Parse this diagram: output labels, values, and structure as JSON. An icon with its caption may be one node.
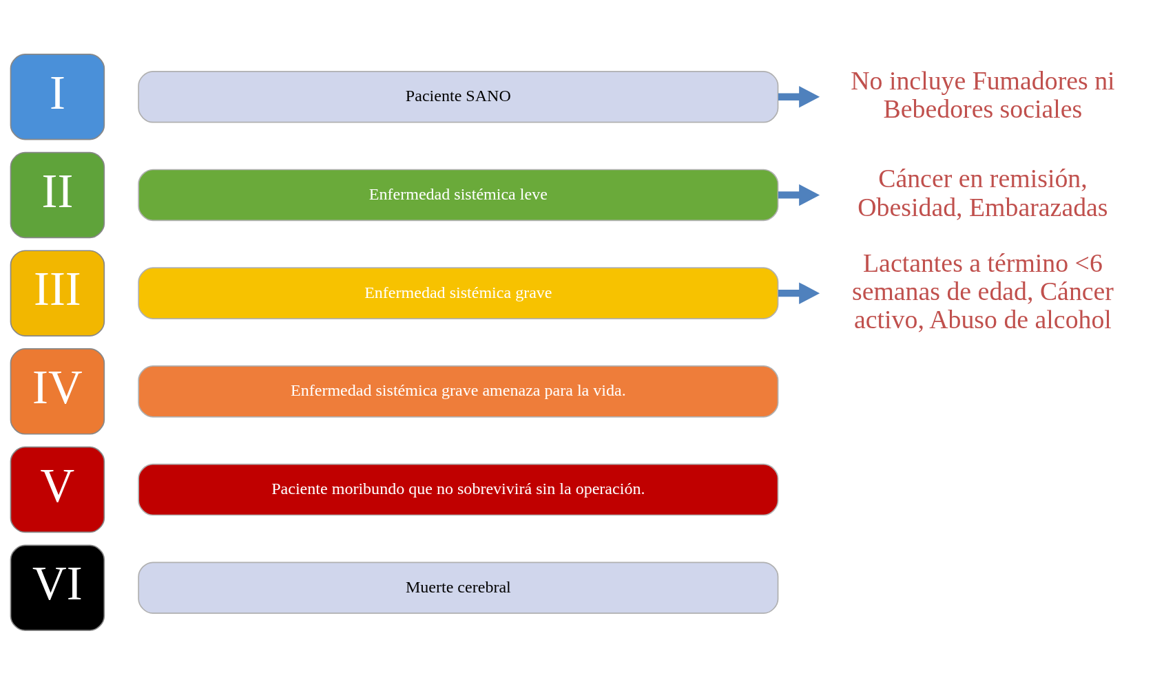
{
  "diagram": {
    "nodes": [
      {
        "text": [
          "I"
        ]
      },
      {
        "text": [
          "Paciente SANO"
        ]
      },
      {
        "text": [
          "No incluye Fumadores ni Bebedores sociales"
        ]
      },
      {
        "text": [
          "II"
        ]
      },
      {
        "text": [
          "Enfermedad sistémica leve"
        ]
      },
      {
        "text": [
          "Cáncer en remisión, Obesidad, Embarazadas"
        ]
      },
      {
        "text": [
          "III"
        ]
      },
      {
        "text": [
          "Enfermedad sistémica grave"
        ]
      },
      {
        "text": [
          "Lactantes a término <6 semanas de edad, Cáncer activo, Abuso de alcohol"
        ]
      },
      {
        "text": [
          "IV"
        ]
      },
      {
        "text": [
          "Enfermedad sistémica grave amenaza para la vida."
        ]
      },
      {
        "text": [
          "V"
        ]
      },
      {
        "text": [
          "Paciente moribundo que no sobrevivirá sin la operación."
        ]
      },
      {
        "text": [
          "VI"
        ]
      },
      {
        "text": [
          "Muerte cerebral"
        ]
      }
    ],
    "edges": [
      {
        "from": 1,
        "to": 2,
        "arrow": "to"
      },
      {
        "from": 4,
        "to": 5,
        "arrow": "to"
      },
      {
        "from": 7,
        "to": 8,
        "arrow": "to"
      }
    ]
  }
}
